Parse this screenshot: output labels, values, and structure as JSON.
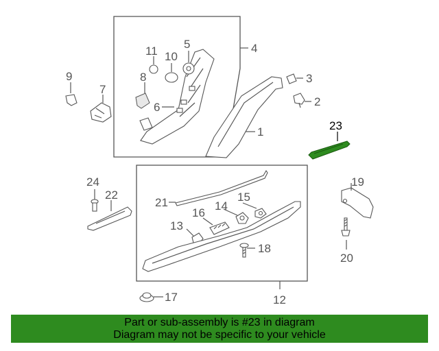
{
  "labels": {
    "c1": "1",
    "c2": "2",
    "c3": "3",
    "c4": "4",
    "c5": "5",
    "c6": "6",
    "c7": "7",
    "c8": "8",
    "c9": "9",
    "c10": "10",
    "c11": "11",
    "c12": "12",
    "c13": "13",
    "c14": "14",
    "c15": "15",
    "c16": "16",
    "c17": "17",
    "c18": "18",
    "c19": "19",
    "c20": "20",
    "c21": "21",
    "c22": "22",
    "c23": "23",
    "c24": "24"
  },
  "highlight_part": "23",
  "colors": {
    "highlight": "#2e8b1f",
    "lines": "#555555"
  },
  "banner": {
    "line1": "Part or sub-assembly is #23 in diagram",
    "line2": "Diagram may not be specific to your vehicle"
  }
}
